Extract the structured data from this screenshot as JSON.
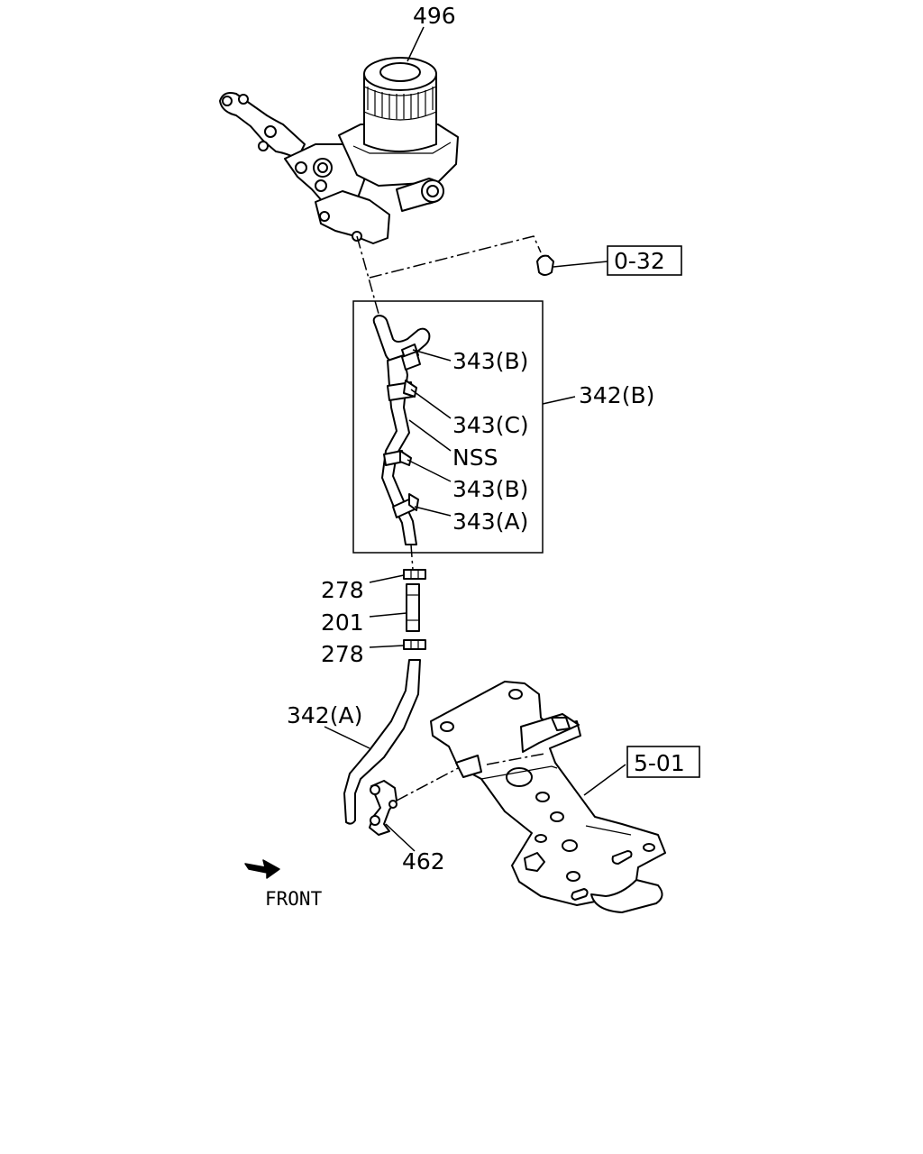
{
  "diagram": {
    "labels": {
      "filter": "496",
      "ref_top": "0-32",
      "clip_upper": "343(B)",
      "hose_assembly": "342(B)",
      "clip_c": "343(C)",
      "nss": "NSS",
      "clip_mid": "343(B)",
      "clip_a": "343(A)",
      "nut_top": "278",
      "connector": "201",
      "nut_bottom": "278",
      "hose_lower": "342(A)",
      "ref_bracket": "5-01",
      "clamp": "462",
      "front": "FRONT"
    },
    "colors": {
      "ink": "#000000",
      "paper": "#ffffff"
    },
    "icons": {
      "front_arrow": "front-arrow-icon"
    }
  }
}
